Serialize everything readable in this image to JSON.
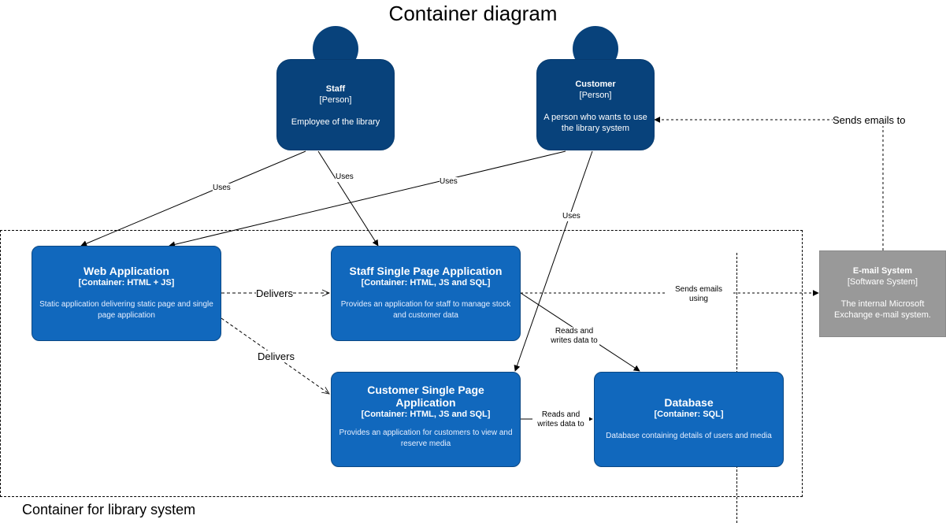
{
  "title": "Container diagram",
  "boundary": {
    "label": "Container for library system"
  },
  "persons": {
    "staff": {
      "name": "Staff",
      "kind": "[Person]",
      "description": "Employee of the library"
    },
    "customer": {
      "name": "Customer",
      "kind": "[Person]",
      "description": "A person who wants to use the library system"
    }
  },
  "containers": {
    "web_app": {
      "name": "Web Application",
      "kind": "[Container: HTML + JS]",
      "description": "Static application delivering static page and single page application"
    },
    "staff_spa": {
      "name": "Staff Single Page Application",
      "kind": "[Container: HTML, JS and SQL]",
      "description": "Provides an application for staff to manage stock and customer data"
    },
    "customer_spa": {
      "name": "Customer Single Page Application",
      "kind": "[Container: HTML, JS and SQL]",
      "description": "Provides an application for customers to view and reserve media"
    },
    "database": {
      "name": "Database",
      "kind": "[Container: SQL]",
      "description": "Database containing details of users and media"
    }
  },
  "external": {
    "email": {
      "name": "E-mail System",
      "kind": "[Software System]",
      "description": "The internal Microsoft Exchange e-mail system."
    }
  },
  "relations": {
    "staff_web": "Uses",
    "staff_spa": "Uses",
    "customer_web": "Uses",
    "customer_spa": "Uses",
    "web_staffspa": "Delivers",
    "web_customerspa": "Delivers",
    "staffspa_email": "Sends emails using",
    "staffspa_db": "Reads and writes data to",
    "customerspa_db": "Reads  and writes data to",
    "email_customer": "Sends emails to"
  },
  "colors": {
    "person": "#08427b",
    "container": "#1168bd",
    "external": "#999999"
  }
}
